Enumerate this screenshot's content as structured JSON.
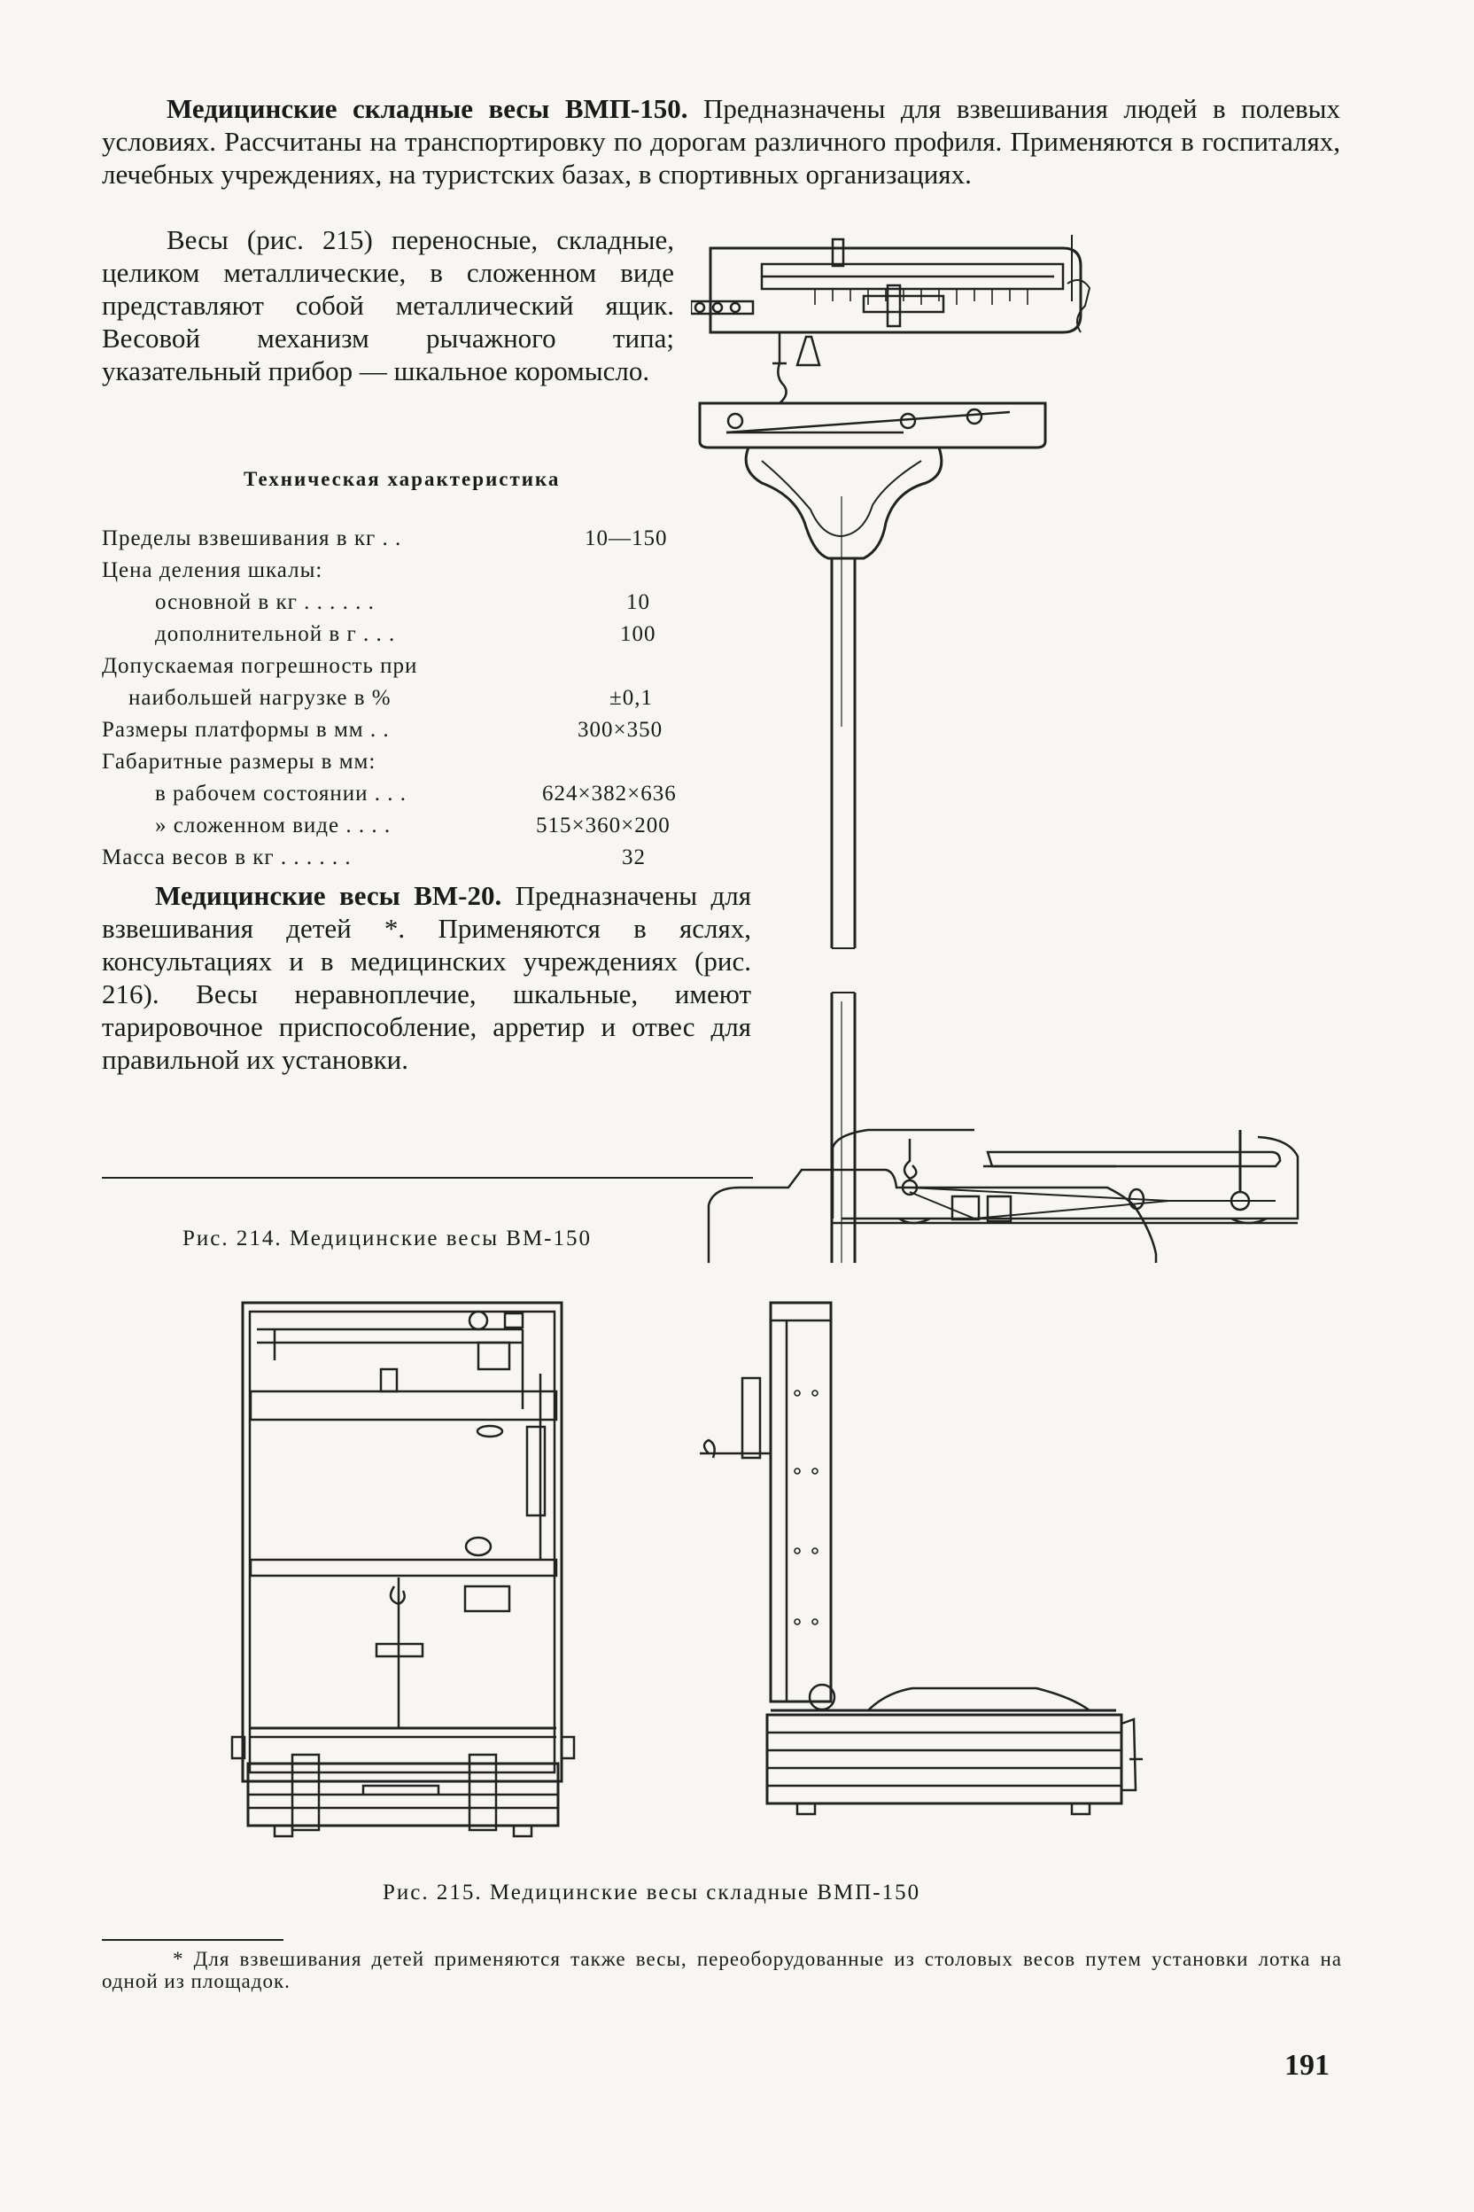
{
  "intro": {
    "heading": "Медицинские складные весы ВМП-150.",
    "text": "Предназначены для взвешивания людей в полевых условиях. Рассчитаны на транспортировку по дорогам различного профиля. Применяются в госпиталях, лечебных учреждениях, на туристских базах, в спортивных организациях."
  },
  "desc": "Весы (рис. 215) переносные, складные, целиком металлические, в сложенном виде представляют собой металлический ящик. Весовой механизм рычажного типа; указательный прибор — шкальное коромысло.",
  "spec": {
    "title": "Техническая характеристика",
    "rows": [
      {
        "label": "Пределы взвешивания в кг . .",
        "value": "10—150"
      },
      {
        "label": "Цена деления шкалы:",
        "value": ""
      },
      {
        "label": "основной в кг . . . . . .",
        "value": "10"
      },
      {
        "label": "дополнительной в г . . .",
        "value": "100"
      },
      {
        "label": "Допускаемая погрешность при",
        "value": ""
      },
      {
        "label": "наибольшей нагрузке в %",
        "value": "±0,1"
      },
      {
        "label": "Размеры платформы в мм . .",
        "value": "300×350"
      },
      {
        "label": "Габаритные размеры в мм:",
        "value": ""
      },
      {
        "label": "в рабочем состоянии . . .",
        "value": "624×382×636"
      },
      {
        "label": "» сложенном виде . . . .",
        "value": "515×360×200"
      },
      {
        "label": "Масса весов в кг . . . . . .",
        "value": "32"
      }
    ]
  },
  "vm20": {
    "heading": "Медицинские весы ВМ-20.",
    "text": "Предназначены для взвешивания детей *. Применяются в яслях, консультациях и в медицинских учреждениях (рис. 216). Весы неравноплечие, шкальные, имеют тарировочное приспособление, арретир и отвес для правильной их установки."
  },
  "captions": {
    "fig214": "Рис. 214. Медицинские весы ВМ-150",
    "fig215": "Рис. 215. Медицинские весы складные ВМП-150"
  },
  "footnote": "* Для взвешивания детей применяются также весы, переоборудованные из столовых весов путем установки лотка на одной из площадок.",
  "page_number": "191"
}
